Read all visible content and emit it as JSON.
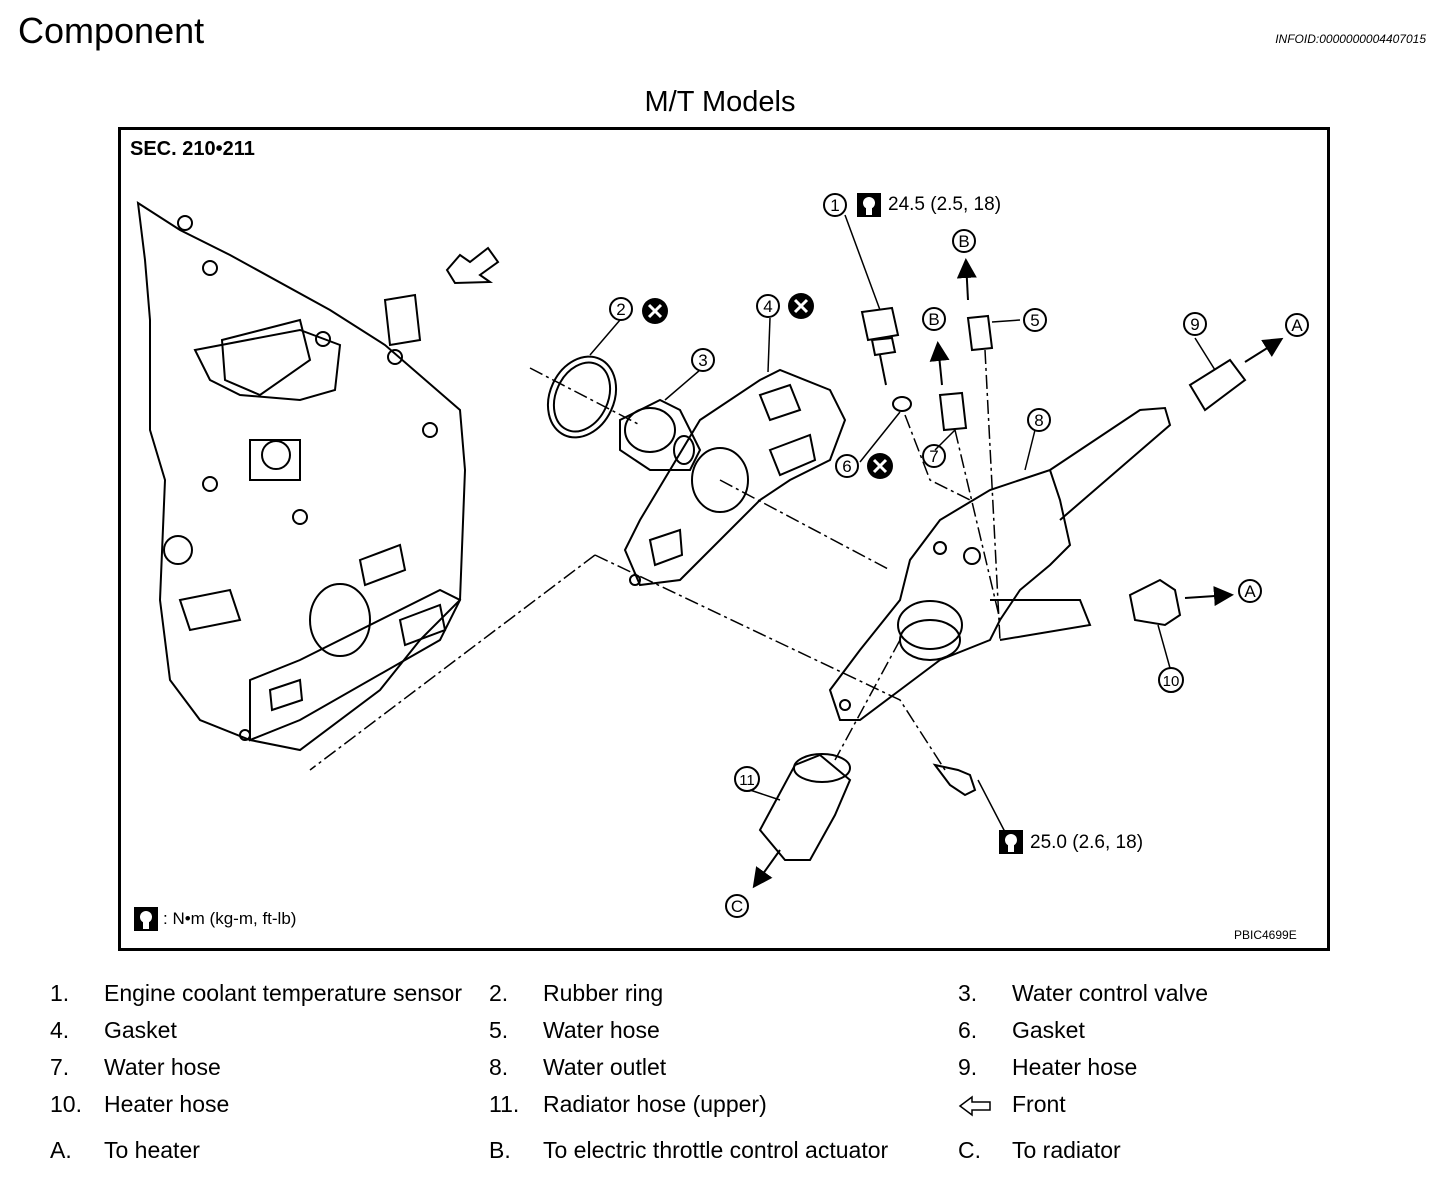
{
  "header": {
    "title": "Component",
    "info_id": "INFOID:0000000004407015"
  },
  "figure": {
    "subtitle": "M/T Models",
    "section": "SEC. 210•211",
    "torque_top": "24.5 (2.5, 18)",
    "torque_bottom": "25.0 (2.6, 18)",
    "unit_note": ": N•m (kg-m, ft-lb)",
    "figure_code": "PBIC4699E",
    "callouts": [
      "1",
      "2",
      "3",
      "4",
      "5",
      "6",
      "7",
      "8",
      "9",
      "10",
      "11"
    ],
    "letters": [
      "A",
      "B",
      "C"
    ]
  },
  "legend": {
    "rows": [
      [
        {
          "num": "1.",
          "text": "Engine coolant temperature sensor"
        },
        {
          "num": "2.",
          "text": "Rubber ring"
        },
        {
          "num": "3.",
          "text": "Water control valve"
        }
      ],
      [
        {
          "num": "4.",
          "text": "Gasket"
        },
        {
          "num": "5.",
          "text": "Water hose"
        },
        {
          "num": "6.",
          "text": "Gasket"
        }
      ],
      [
        {
          "num": "7.",
          "text": "Water hose"
        },
        {
          "num": "8.",
          "text": "Water outlet"
        },
        {
          "num": "9.",
          "text": "Heater hose"
        }
      ],
      [
        {
          "num": "10.",
          "text": "Heater hose"
        },
        {
          "num": "11.",
          "text": "Radiator hose (upper)"
        },
        {
          "num": "",
          "text": "Front"
        }
      ],
      [
        {
          "num": "A.",
          "text": "To heater"
        },
        {
          "num": "B.",
          "text": "To electric throttle control actuator"
        },
        {
          "num": "C.",
          "text": "To radiator"
        }
      ]
    ]
  }
}
